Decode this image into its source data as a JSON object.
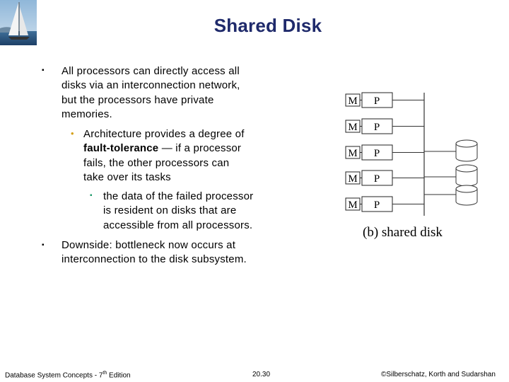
{
  "slide": {
    "title": "Shared Disk",
    "bullets": [
      {
        "text": "All processors can directly access all disks via an interconnection network, but the processors have private memories.",
        "lines": [
          "All processors can directly access all",
          "disks via an interconnection network,",
          "but the processors have private",
          "memories."
        ]
      },
      {
        "lines": [
          "Architecture provides a degree of",
          "fault-tolerance",
          " — if a processor",
          "fails, the other processors can",
          "take over its tasks"
        ]
      },
      {
        "lines": [
          "the data of the failed processor",
          "is resident on disks that are",
          "accessible from all processors."
        ]
      },
      {
        "lines": [
          "Downside: bottleneck now occurs at",
          "interconnection to the disk subsystem."
        ]
      }
    ],
    "markers": {
      "level1": "▪",
      "level2": "•",
      "level3": "▪"
    }
  },
  "figure": {
    "memory_label": "M",
    "processor_label": "P",
    "caption": "(b) shared disk"
  },
  "footer": {
    "left_prefix": "Database System Concepts - 7",
    "left_sup": "th",
    "left_suffix": " Edition",
    "center": "20.30",
    "right": "©Silberschatz, Korth and Sudarshan"
  }
}
